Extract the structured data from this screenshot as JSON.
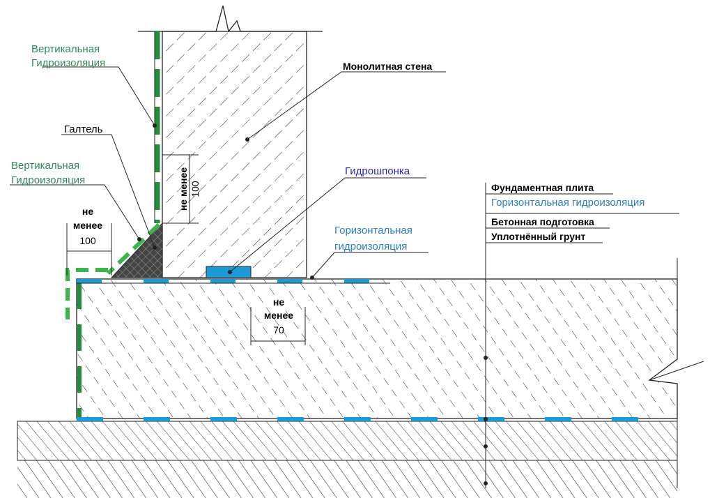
{
  "labels": {
    "vertical_wp_top_line1": "Вертикальная",
    "vertical_wp_top_line2": "Гидроизоляция",
    "galtel": "Галтель",
    "vertical_wp_bottom_line1": "Вертикальная",
    "vertical_wp_bottom_line2": "Гидроизоляция",
    "monolithic_wall": "Монолитная стена",
    "waterstop": "Гидрошпонка",
    "horizontal_wp_line1": "Горизонтальная",
    "horizontal_wp_line2": "гидроизоляция",
    "foundation_slab": "Фундаментная плита",
    "horizontal_wp_layer": "Горизонтальная гидроизоляция",
    "concrete_prep": "Бетонная подготовка",
    "compacted_soil": "Уплотнённый грунт"
  },
  "dimensions": {
    "vertical_100": {
      "line1": "не менее",
      "line2": "100"
    },
    "horizontal_100": {
      "line1": "не",
      "line2": "менее",
      "line3": "100"
    },
    "horizontal_70": {
      "line1": "не",
      "line2": "менее",
      "line3": "70"
    }
  },
  "colors": {
    "green_wp": "#1f8f3a",
    "blue_wp": "#1c9ad6",
    "galtel": "#3a3a3a"
  }
}
